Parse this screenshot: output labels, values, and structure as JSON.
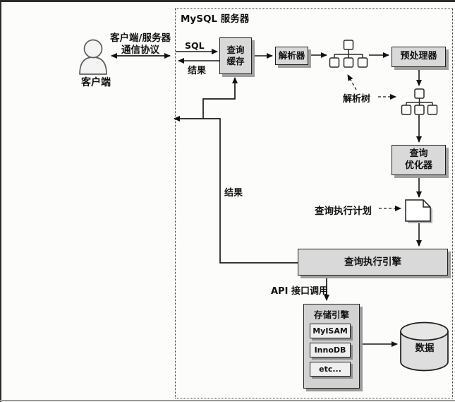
{
  "server": {
    "label": "MySQL 服务器"
  },
  "client": {
    "label": "客户端",
    "protocol_line1": "客户端/服务器",
    "protocol_line2": "通信协议"
  },
  "flow": {
    "sql_label": "SQL",
    "result_label": "结果",
    "result_return_label": "结果",
    "parse_tree_label": "解析树",
    "plan_label": "查询执行计划",
    "api_label": "API 接口调用"
  },
  "nodes": {
    "query_cache_line1": "查询",
    "query_cache_line2": "缓存",
    "parser": "解析器",
    "preprocessor": "预处理器",
    "optimizer_line1": "查询",
    "optimizer_line2": "优化器",
    "execution_engine": "查询执行引擎",
    "storage_title": "存储引擎",
    "engines": [
      "MyISAM",
      "InnoDB",
      "etc..."
    ],
    "database": "数据"
  },
  "colors": {
    "box_fill": "#d9d9d9",
    "box_border": "#1f1f1f",
    "box_shadow": "#a0a0a0",
    "line": "#1a1a1a",
    "paper": "#fcfcfb"
  }
}
